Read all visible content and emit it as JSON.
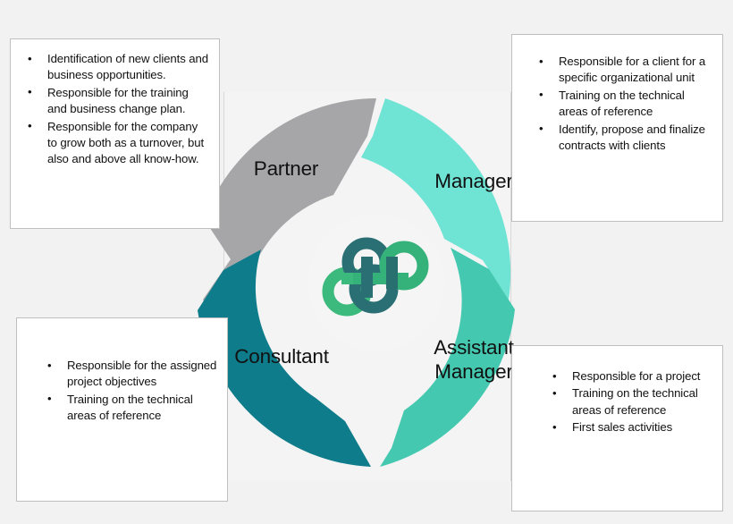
{
  "diagram": {
    "title": "Career path roles wheel",
    "background_color": "#f2f2f2",
    "hub_color": "#f5f5f5",
    "segments": [
      {
        "key": "partner",
        "label": "Partner",
        "color": "#a6a6a8",
        "position": "top-left"
      },
      {
        "key": "manager",
        "label": "Manager",
        "color": "#6fe3d4",
        "position": "top-right"
      },
      {
        "key": "assistant_manager",
        "label": "Assistant Manager",
        "label_line1": "Assistant",
        "label_line2": "Manager",
        "color": "#44c9b0",
        "position": "bottom-right"
      },
      {
        "key": "consultant",
        "label": "Consultant",
        "color": "#0e7c8a",
        "position": "bottom-left"
      }
    ]
  },
  "logo": {
    "name": "interlocking-loops-logo",
    "colors": {
      "light_green": "#3cba7d",
      "mid_green": "#35b27a",
      "dark_teal": "#2a6f73",
      "deep_teal": "#27706f"
    }
  },
  "callouts": {
    "partner": {
      "for_segment": "Partner",
      "items": [
        "Identification of new clients and business opportunities.",
        "Responsible for the training and business change plan.",
        "Responsible for the company to grow both as a turnover, but also and above all know-how."
      ]
    },
    "manager": {
      "for_segment": "Manager",
      "items": [
        "Responsible for a client for a specific organizational unit",
        "Training on the technical areas of reference",
        "Identify, propose and finalize contracts with clients"
      ]
    },
    "consultant": {
      "for_segment": "Consultant",
      "items": [
        "Responsible for the assigned project objectives",
        "Training on the technical areas of reference"
      ]
    },
    "assistant_manager": {
      "for_segment": "Assistant Manager",
      "items": [
        "Responsible for a project",
        "Training on the technical areas of reference",
        "First sales activities"
      ]
    }
  },
  "bullet_glyph": "•"
}
